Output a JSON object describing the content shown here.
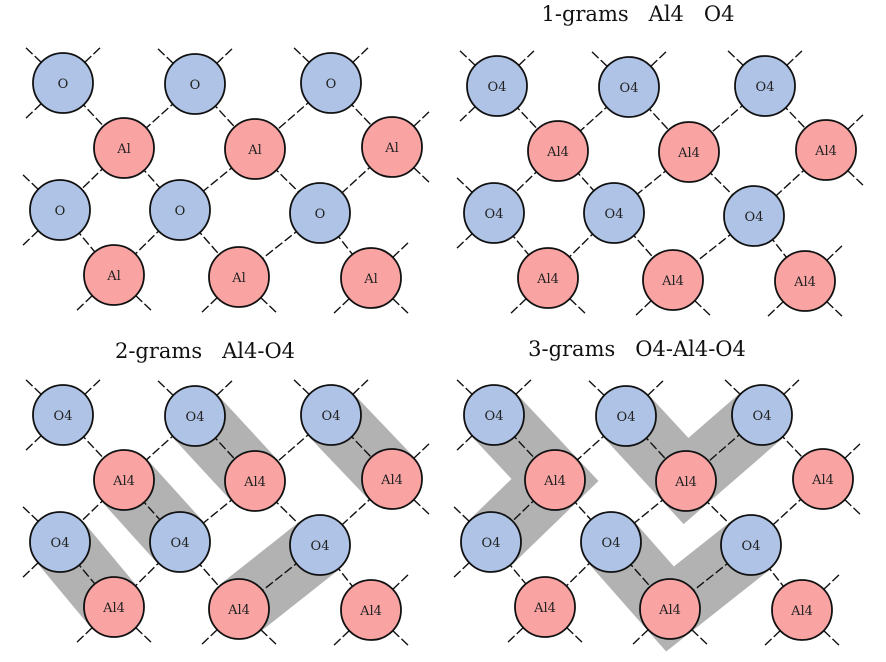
{
  "colors": {
    "o_fill": "#aec3e6",
    "al_fill": "#f9a3a3",
    "band": "#000000",
    "band_opacity": 0.3
  },
  "lattice": {
    "rows": [
      {
        "element": "O",
        "cols": 3
      },
      {
        "element": "Al",
        "cols": 3
      },
      {
        "element": "O",
        "cols": 3
      },
      {
        "element": "Al",
        "cols": 3
      }
    ]
  },
  "panels": [
    {
      "id": "raw",
      "title": "",
      "labels": {
        "O": "O",
        "Al": "Al"
      },
      "highlights": []
    },
    {
      "id": "1-grams",
      "title": "1-grams   Al4   O4",
      "labels": {
        "O": "O4",
        "Al": "Al4"
      },
      "highlights": []
    },
    {
      "id": "2-grams",
      "title": "2-grams   Al4-O4",
      "labels": {
        "O": "O4",
        "Al": "Al4"
      },
      "highlights": [
        [
          [
            0,
            1
          ],
          [
            1,
            1
          ]
        ],
        [
          [
            0,
            2
          ],
          [
            1,
            2
          ]
        ],
        [
          [
            1,
            0
          ],
          [
            2,
            1
          ]
        ],
        [
          [
            2,
            0
          ],
          [
            3,
            0
          ]
        ],
        [
          [
            2,
            2
          ],
          [
            3,
            1
          ]
        ]
      ]
    },
    {
      "id": "3-grams",
      "title": "3-grams   O4-Al4-O4",
      "labels": {
        "O": "O4",
        "Al": "Al4"
      },
      "highlights": [
        [
          [
            0,
            0
          ],
          [
            1,
            0
          ],
          [
            2,
            0
          ]
        ],
        [
          [
            0,
            1
          ],
          [
            1,
            1
          ],
          [
            0,
            2
          ]
        ],
        [
          [
            2,
            1
          ],
          [
            3,
            1
          ],
          [
            2,
            2
          ]
        ]
      ]
    }
  ]
}
